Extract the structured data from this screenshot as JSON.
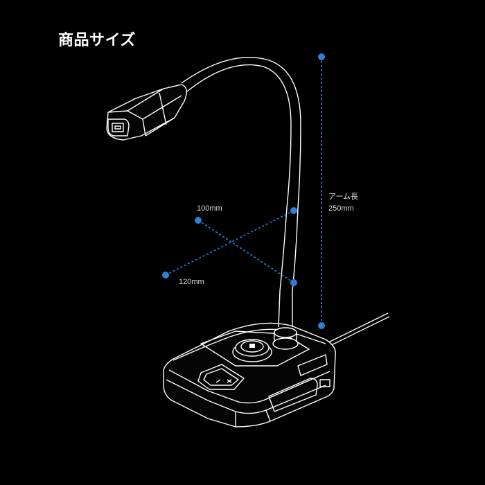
{
  "title": "商品サイズ",
  "dimensions": {
    "depth": "100mm",
    "width": "120mm",
    "arm_label": "アーム長",
    "arm_length": "250mm"
  },
  "colors": {
    "background": "#000000",
    "outline": "#ffffff",
    "dimension_line": "#2f7fd6"
  },
  "icons": {
    "product": "gooseneck-usb-microphone-icon"
  }
}
